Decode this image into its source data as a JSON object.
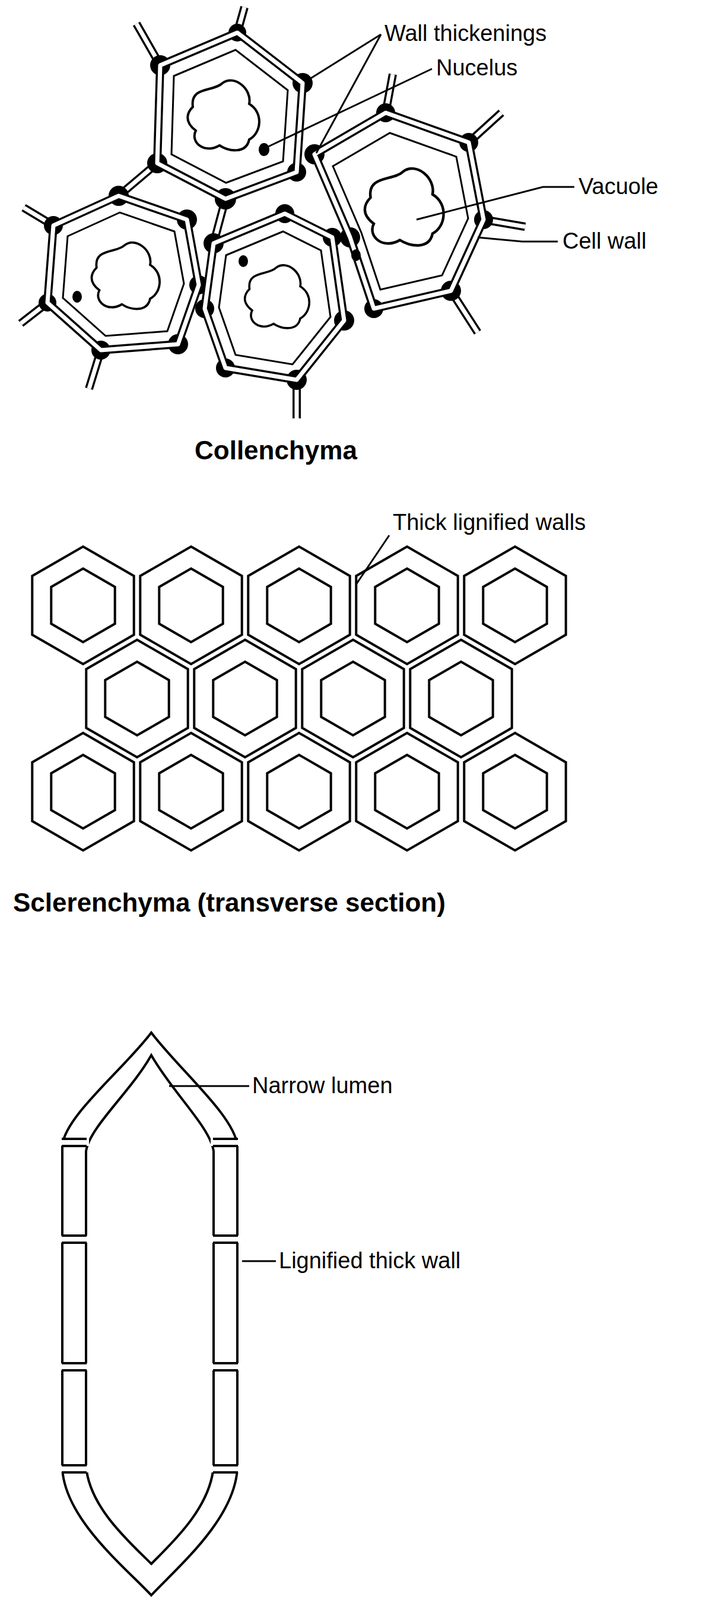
{
  "diagram": {
    "labels": [
      "Wall thickenings",
      "Nucelus",
      "Vacuole",
      "Cell wall",
      "Collenchyma",
      "Thick lignified walls",
      "Sclerenchyma (transverse section)",
      "Narrow lumen",
      "Lignified thick wall"
    ]
  }
}
